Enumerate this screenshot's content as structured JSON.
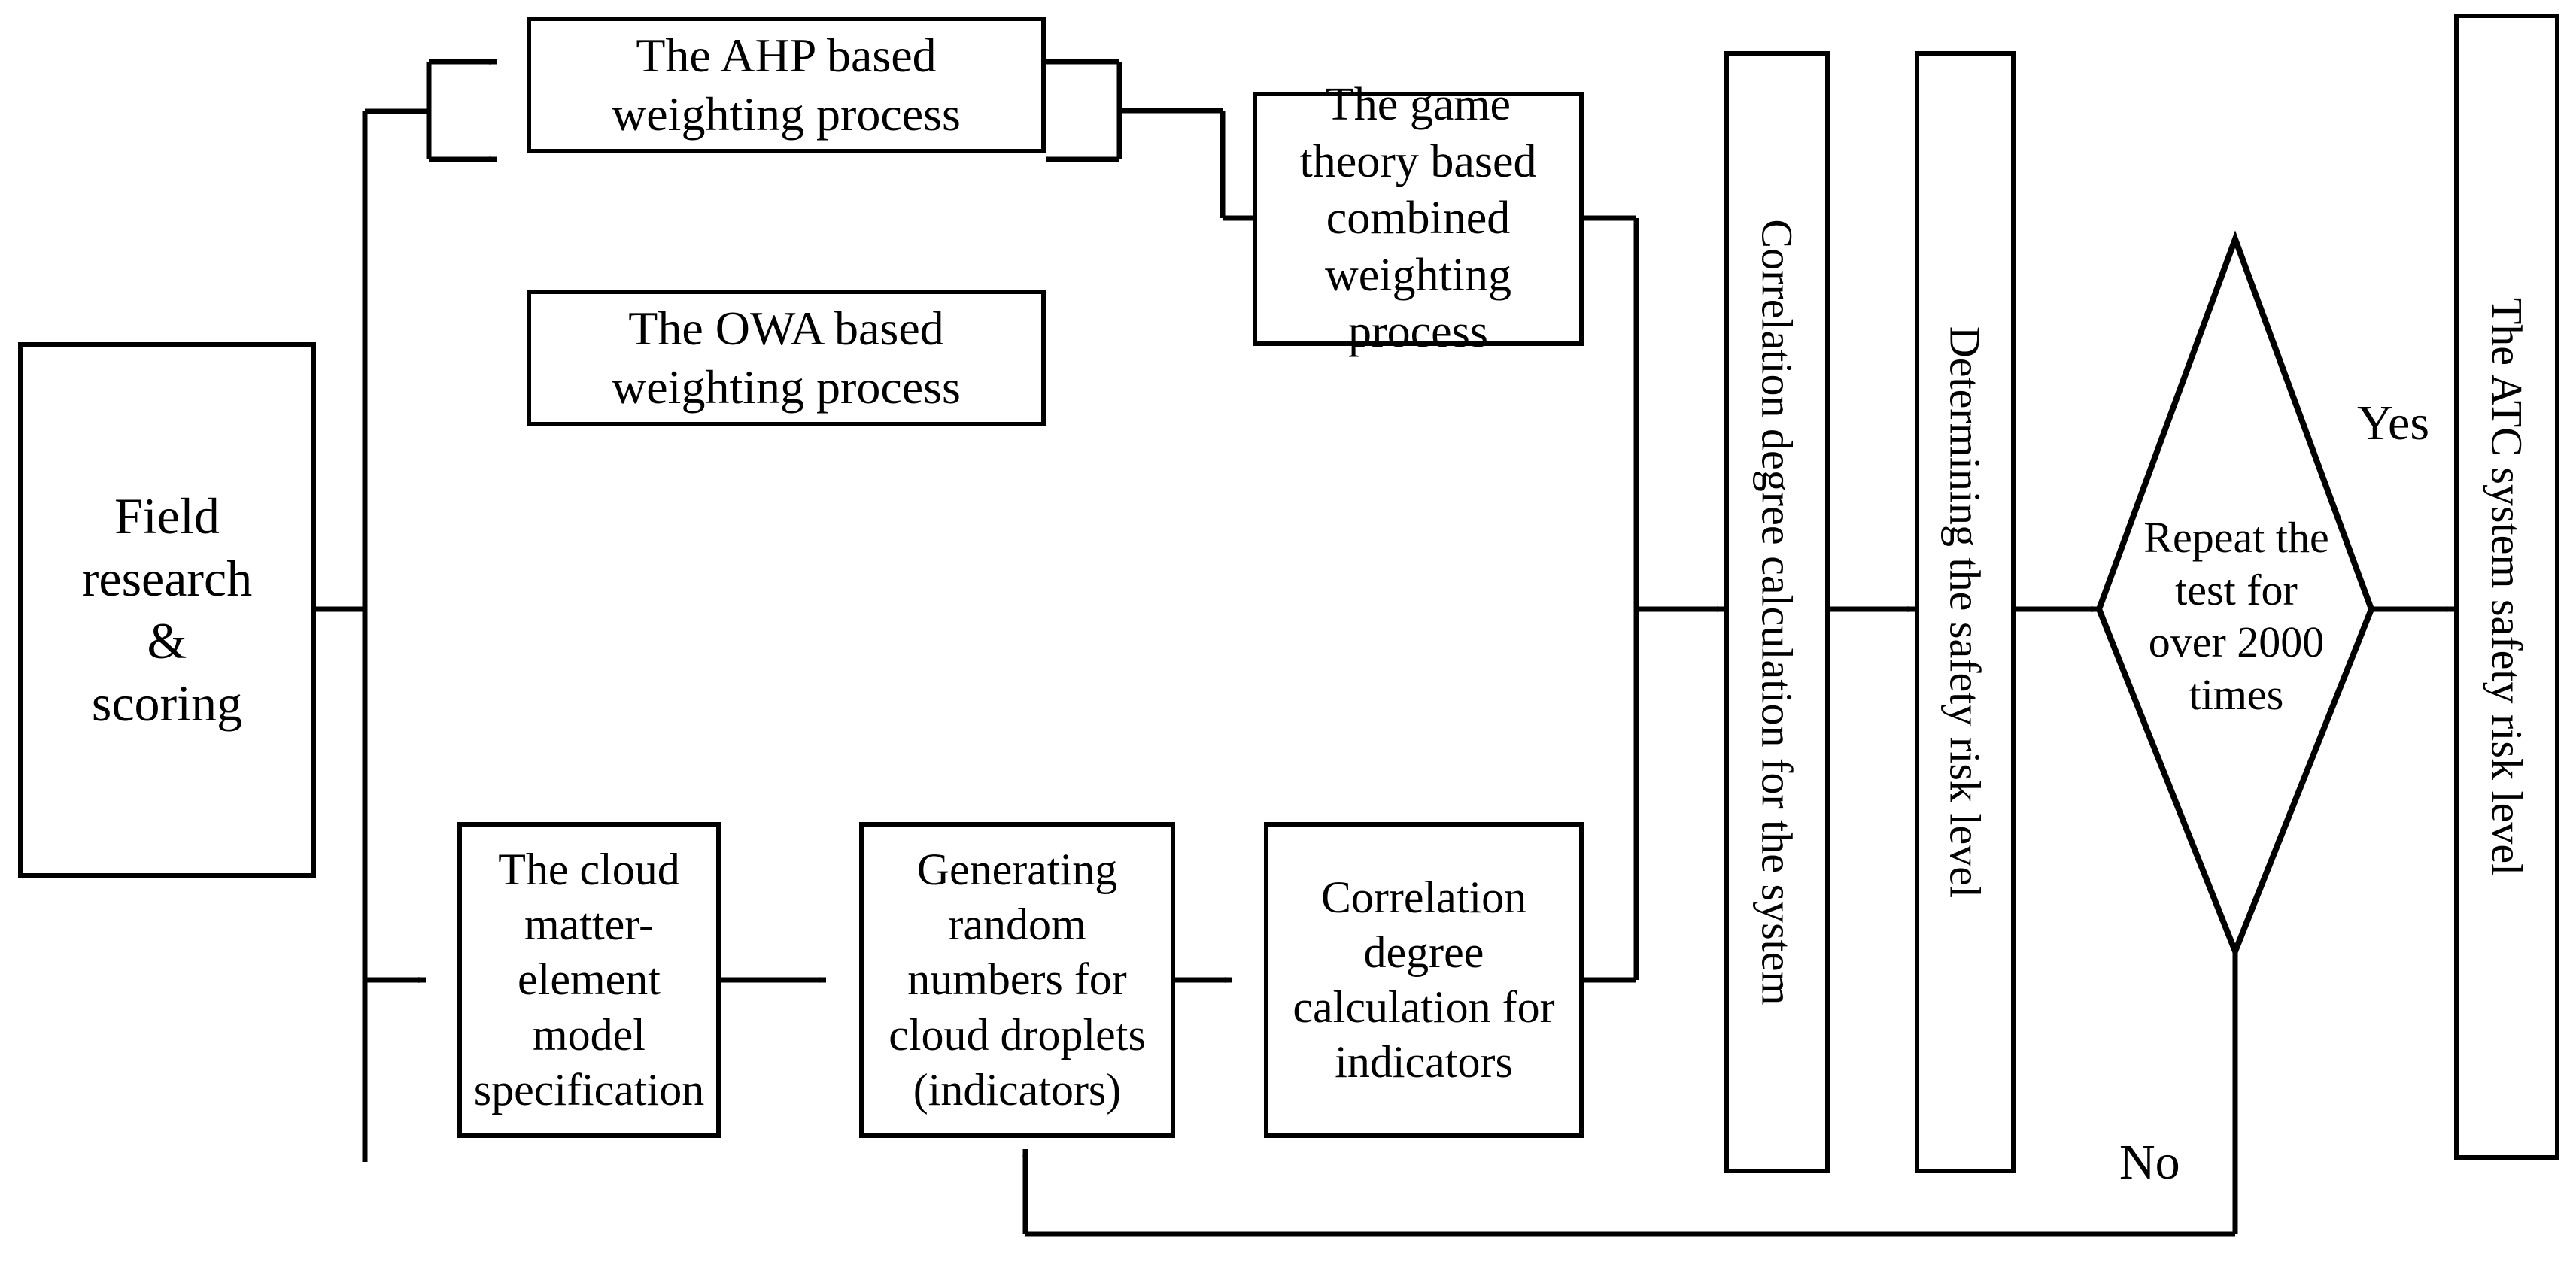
{
  "diagram": {
    "title": "ATC system safety risk evaluation flowchart",
    "line_color": "#000000",
    "fill_color": "#ffffff",
    "nodes": {
      "field_research": "Field\nresearch\n&\nscoring",
      "ahp": "The AHP based\nweighting process",
      "owa": "The OWA based\nweighting process",
      "game_theory": "The game\ntheory based\ncombined\nweighting\nprocess",
      "cloud_model": "The cloud\nmatter-element\nmodel\nspecification",
      "random_numbers": "Generating\nrandom\nnumbers for\ncloud droplets\n(indicators)",
      "corr_indicators": "Correlation\ndegree\ncalculation for\nindicators",
      "corr_system": "Correlation degree calculation for the system",
      "determining": "Determining the safety risk level",
      "repeat_test": "Repeat the\ntest for\nover 2000\ntimes",
      "atc_result": "The ATC system safety risk level"
    },
    "edge_labels": {
      "yes": "Yes",
      "no": "No"
    }
  }
}
